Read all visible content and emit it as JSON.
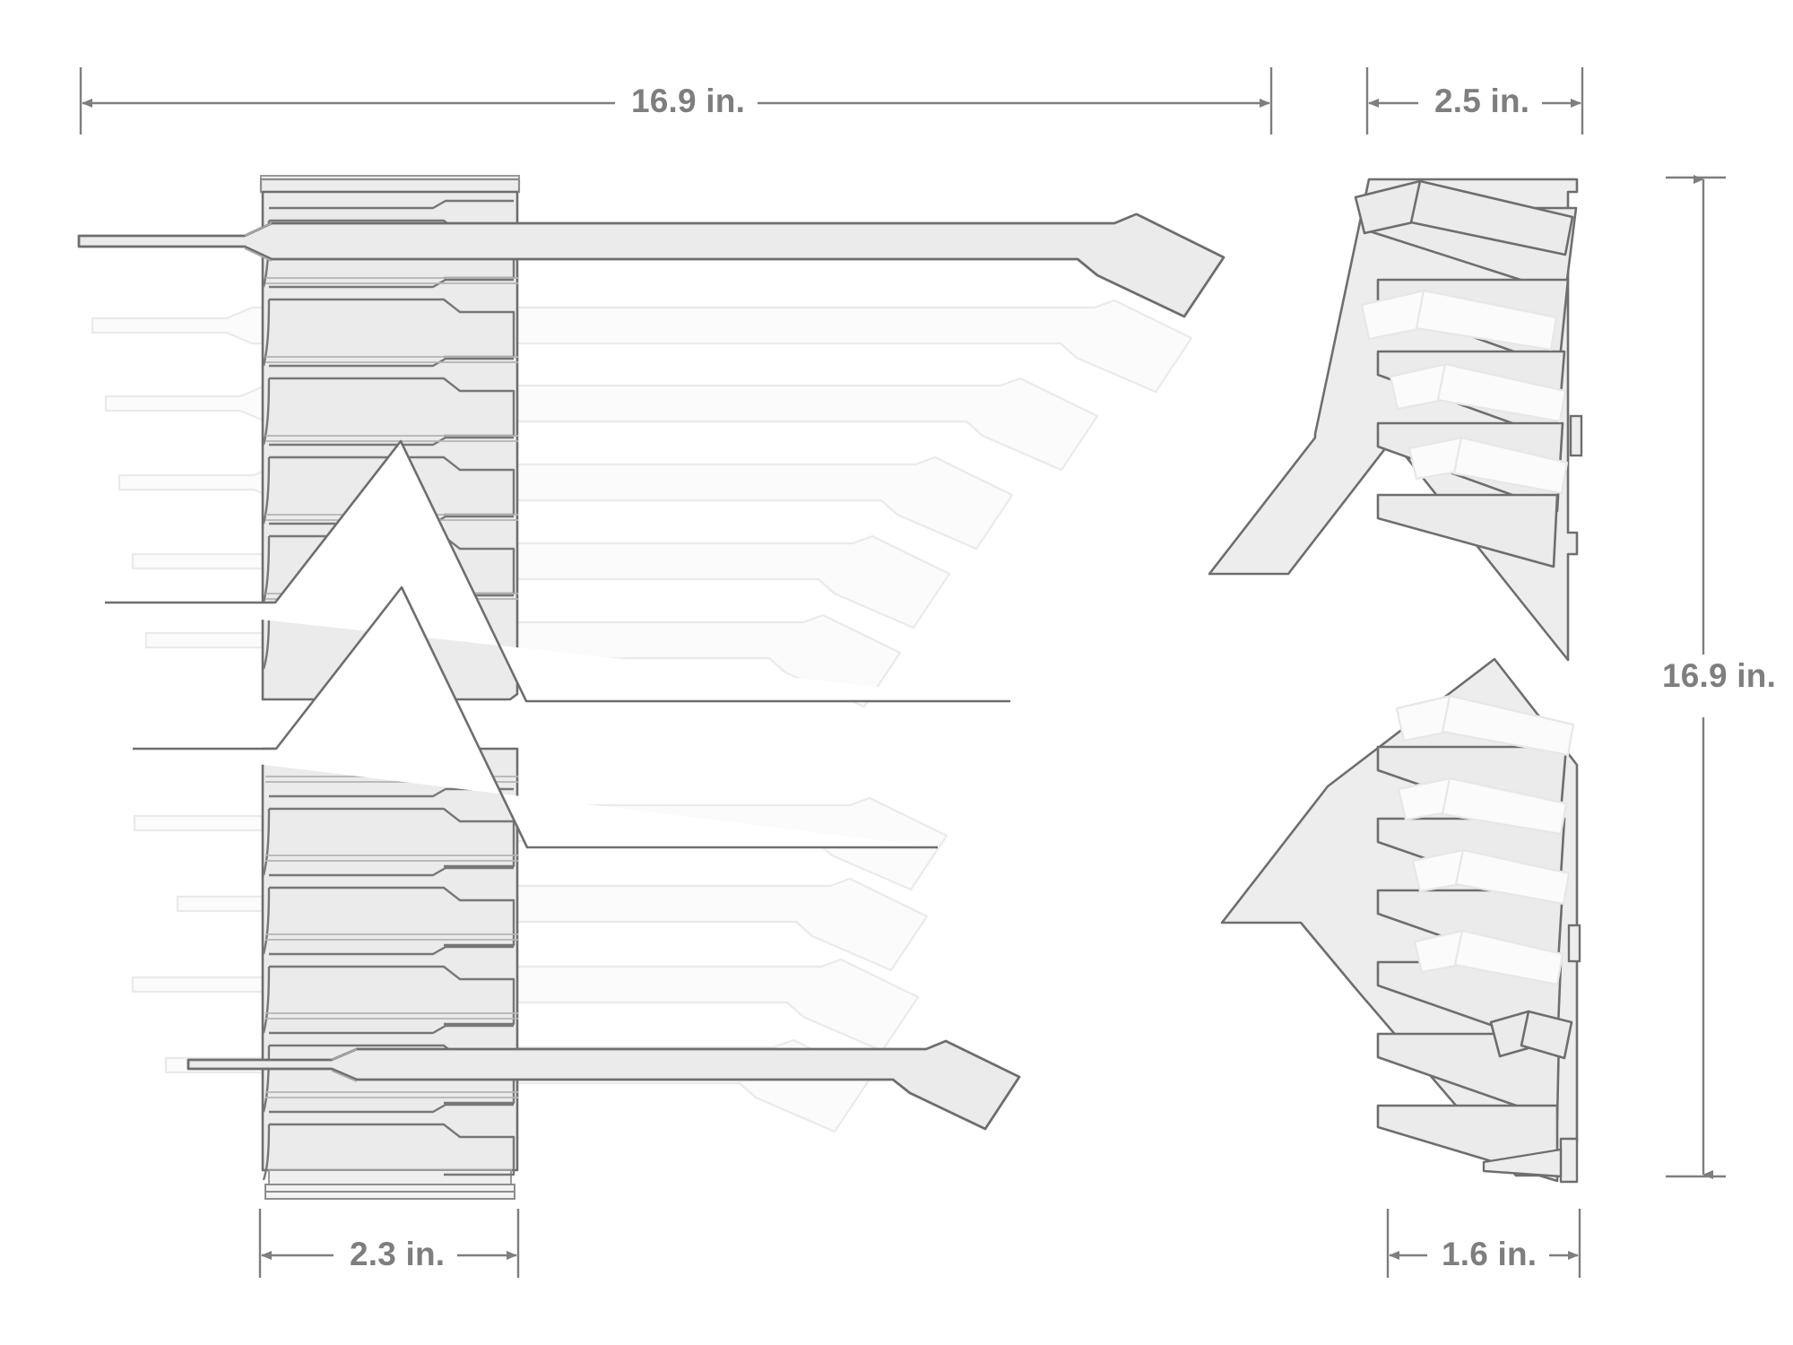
{
  "drawing": {
    "type": "product-dimension-drawing",
    "subject": "wrench-rack-organizer",
    "views": [
      {
        "name": "front-view",
        "position": "left"
      },
      {
        "name": "side-view",
        "position": "right"
      }
    ],
    "units": "in.",
    "colors": {
      "background": "#ffffff",
      "dimension_line": "#7e7e7e",
      "dimension_text": "#7e7e7e",
      "outline_strong": "#6e6e6e",
      "outline_light": "#c9c9c9",
      "outline_faint": "#e2e2e2",
      "fill_strong": "#e9e9e9",
      "fill_light": "#f4f4f4",
      "fill_faint": "#fafafa"
    }
  },
  "dimensions": {
    "top_left": {
      "value": "16.9 in.",
      "axis": "horizontal",
      "view": "front-view",
      "measures": "overall-length"
    },
    "top_right": {
      "value": "2.5 in.",
      "axis": "horizontal",
      "view": "side-view",
      "measures": "overall-depth-top"
    },
    "right_vertical": {
      "value": "16.9 in.",
      "axis": "vertical",
      "view": "side-view",
      "measures": "overall-height"
    },
    "bottom_left": {
      "value": "2.3 in.",
      "axis": "horizontal",
      "view": "front-view",
      "measures": "rack-width"
    },
    "bottom_right": {
      "value": "1.6 in.",
      "axis": "horizontal",
      "view": "side-view",
      "measures": "base-depth"
    }
  },
  "content": {
    "front_view": {
      "rack_sections": 2,
      "upper_section_slots": 6,
      "lower_section_slots": 6,
      "highlighted_wrenches": [
        "top-wrench",
        "bottom-wrench"
      ]
    },
    "side_view": {
      "rack_sections": 2,
      "upper_section_slots": 5,
      "lower_section_slots": 6,
      "has_base_foot": true
    }
  }
}
